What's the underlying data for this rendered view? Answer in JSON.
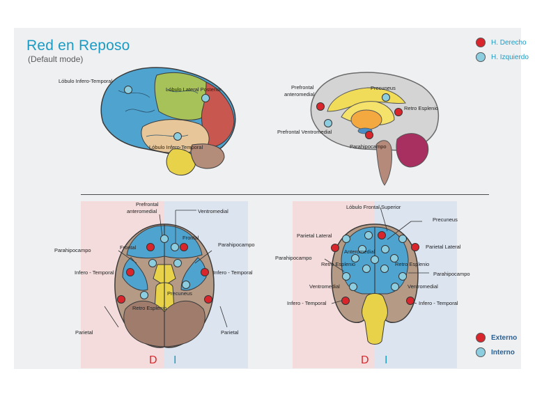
{
  "header": {
    "title": "Red en Reposo",
    "subtitle": "(Default mode)"
  },
  "legend_top": [
    {
      "label": "H. Derecho",
      "color": "#d9262d"
    },
    {
      "label": "H. Izquierdo",
      "color": "#8dcde0"
    }
  ],
  "legend_bottom": [
    {
      "label": "Externo",
      "color": "#d9262d"
    },
    {
      "label": "Interno",
      "color": "#8dcde0"
    }
  ],
  "lateral_view": {
    "labels": [
      "Lóbulo Infero-Temporal",
      "Lóbulo Lateral Posterior",
      "Lóbulo Infero-Temporal"
    ]
  },
  "medial_view": {
    "labels": [
      "Prefrontal",
      "anteromedial",
      "Precuneus",
      "Retro Esplenio",
      "Prefrontal Ventromedial",
      "Parahipocampo"
    ]
  },
  "inferior_view": {
    "labels": [
      "Prefrontal",
      "anteromedial",
      "Ventromedial",
      "Frontal",
      "Frontal",
      "Parahipocampo",
      "Parahipocampo",
      "Infero - Temporal",
      "Infero - Temporal",
      "Precuneus",
      "Retro Esplenio",
      "Parietal",
      "Parietal"
    ],
    "side_left": "D",
    "side_right": "I"
  },
  "posterior_view": {
    "labels": [
      "Lóbulo Frontal Superior",
      "Precuneus",
      "Parietal Lateral",
      "Parietal Lateral",
      "Anteromedial",
      "Parahipocampo",
      "Parahipocampo",
      "Retro Esplenio",
      "Retro Esplenio",
      "Ventromedial",
      "Ventromedial",
      "Infero - Temporal",
      "Infero - Temporal"
    ],
    "side_left": "D",
    "side_right": "I"
  },
  "colors": {
    "right_hemisphere": "#d9262d",
    "left_hemisphere": "#8dcde0",
    "side_d": "#d9262d",
    "side_i": "#1a9bc4",
    "title": "#1a9bc4"
  }
}
